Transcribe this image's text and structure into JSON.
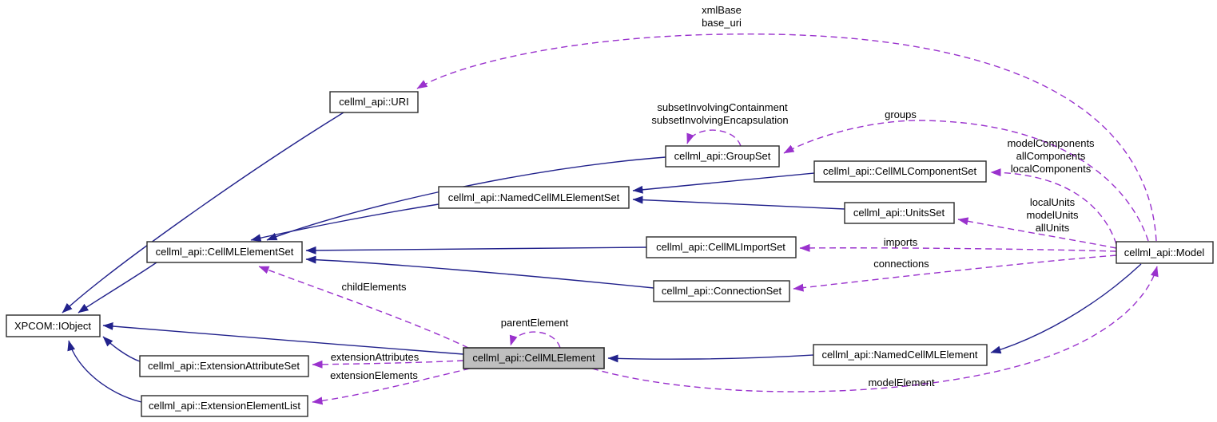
{
  "diagram": {
    "kind": "collaboration-graph",
    "focus_class": "cellml_api::CellMLElement",
    "colors": {
      "background": "#ffffff",
      "inheritance_edge": "#22228c",
      "usage_edge": "#9a32cd",
      "node_fill": "#ffffff",
      "focus_node_fill": "#bfbfbf",
      "node_border": "#2b2b2b",
      "text": "#000000"
    },
    "nodes": [
      {
        "id": "uri",
        "label": "cellml_api::URI"
      },
      {
        "id": "group_set",
        "label": "cellml_api::GroupSet"
      },
      {
        "id": "component_set",
        "label": "cellml_api::CellMLComponentSet"
      },
      {
        "id": "named_element_set",
        "label": "cellml_api::NamedCellMLElementSet"
      },
      {
        "id": "units_set",
        "label": "cellml_api::UnitsSet"
      },
      {
        "id": "element_set",
        "label": "cellml_api::CellMLElementSet"
      },
      {
        "id": "import_set",
        "label": "cellml_api::CellMLImportSet"
      },
      {
        "id": "connection_set",
        "label": "cellml_api::ConnectionSet"
      },
      {
        "id": "iobject",
        "label": "XPCOM::IObject"
      },
      {
        "id": "cellml_element",
        "label": "cellml_api::CellMLElement"
      },
      {
        "id": "ext_attr_set",
        "label": "cellml_api::ExtensionAttributeSet"
      },
      {
        "id": "ext_elem_list",
        "label": "cellml_api::ExtensionElementList"
      },
      {
        "id": "named_element",
        "label": "cellml_api::NamedCellMLElement"
      },
      {
        "id": "model",
        "label": "cellml_api::Model"
      }
    ],
    "edge_labels": {
      "xml_base": [
        "xmlBase",
        "base_uri"
      ],
      "groups": [
        "groups"
      ],
      "subset": [
        "subsetInvolvingContainment",
        "subsetInvolvingEncapsulation"
      ],
      "components": [
        "modelComponents",
        "allComponents",
        "localComponents"
      ],
      "units": [
        "localUnits",
        "modelUnits",
        "allUnits"
      ],
      "imports": [
        "imports"
      ],
      "connections": [
        "connections"
      ],
      "child_elements": [
        "childElements"
      ],
      "parent_element": [
        "parentElement"
      ],
      "extension_attributes": [
        "extensionAttributes"
      ],
      "extension_elements": [
        "extensionElements"
      ],
      "model_element": [
        "modelElement"
      ]
    },
    "edges": [
      {
        "from": "cellml_api::URI",
        "to": "XPCOM::IObject",
        "type": "inheritance",
        "label": ""
      },
      {
        "from": "cellml_api::CellMLElementSet",
        "to": "XPCOM::IObject",
        "type": "inheritance",
        "label": ""
      },
      {
        "from": "cellml_api::CellMLElement",
        "to": "XPCOM::IObject",
        "type": "inheritance",
        "label": ""
      },
      {
        "from": "cellml_api::ExtensionAttributeSet",
        "to": "XPCOM::IObject",
        "type": "inheritance",
        "label": ""
      },
      {
        "from": "cellml_api::ExtensionElementList",
        "to": "XPCOM::IObject",
        "type": "inheritance",
        "label": ""
      },
      {
        "from": "cellml_api::GroupSet",
        "to": "cellml_api::CellMLElementSet",
        "type": "inheritance",
        "label": ""
      },
      {
        "from": "cellml_api::NamedCellMLElementSet",
        "to": "cellml_api::CellMLElementSet",
        "type": "inheritance",
        "label": ""
      },
      {
        "from": "cellml_api::CellMLImportSet",
        "to": "cellml_api::CellMLElementSet",
        "type": "inheritance",
        "label": ""
      },
      {
        "from": "cellml_api::ConnectionSet",
        "to": "cellml_api::CellMLElementSet",
        "type": "inheritance",
        "label": ""
      },
      {
        "from": "cellml_api::CellMLComponentSet",
        "to": "cellml_api::NamedCellMLElementSet",
        "type": "inheritance",
        "label": ""
      },
      {
        "from": "cellml_api::UnitsSet",
        "to": "cellml_api::NamedCellMLElementSet",
        "type": "inheritance",
        "label": ""
      },
      {
        "from": "cellml_api::NamedCellMLElement",
        "to": "cellml_api::CellMLElement",
        "type": "inheritance",
        "label": ""
      },
      {
        "from": "cellml_api::Model",
        "to": "cellml_api::NamedCellMLElement",
        "type": "inheritance",
        "label": ""
      },
      {
        "from": "cellml_api::Model",
        "to": "cellml_api::URI",
        "type": "usage",
        "label": "xmlBase\nbase_uri"
      },
      {
        "from": "cellml_api::Model",
        "to": "cellml_api::GroupSet",
        "type": "usage",
        "label": "groups"
      },
      {
        "from": "cellml_api::GroupSet",
        "to": "cellml_api::GroupSet",
        "type": "usage",
        "label": "subsetInvolvingContainment\nsubsetInvolvingEncapsulation"
      },
      {
        "from": "cellml_api::Model",
        "to": "cellml_api::CellMLComponentSet",
        "type": "usage",
        "label": "modelComponents\nallComponents\nlocalComponents"
      },
      {
        "from": "cellml_api::Model",
        "to": "cellml_api::UnitsSet",
        "type": "usage",
        "label": "localUnits\nmodelUnits\nallUnits"
      },
      {
        "from": "cellml_api::Model",
        "to": "cellml_api::CellMLImportSet",
        "type": "usage",
        "label": "imports"
      },
      {
        "from": "cellml_api::Model",
        "to": "cellml_api::ConnectionSet",
        "type": "usage",
        "label": "connections"
      },
      {
        "from": "cellml_api::CellMLElement",
        "to": "cellml_api::CellMLElementSet",
        "type": "usage",
        "label": "childElements"
      },
      {
        "from": "cellml_api::CellMLElement",
        "to": "cellml_api::CellMLElement",
        "type": "usage",
        "label": "parentElement"
      },
      {
        "from": "cellml_api::CellMLElement",
        "to": "cellml_api::ExtensionAttributeSet",
        "type": "usage",
        "label": "extensionAttributes"
      },
      {
        "from": "cellml_api::CellMLElement",
        "to": "cellml_api::ExtensionElementList",
        "type": "usage",
        "label": "extensionElements"
      },
      {
        "from": "cellml_api::CellMLElement",
        "to": "cellml_api::Model",
        "type": "usage",
        "label": "modelElement"
      }
    ]
  }
}
